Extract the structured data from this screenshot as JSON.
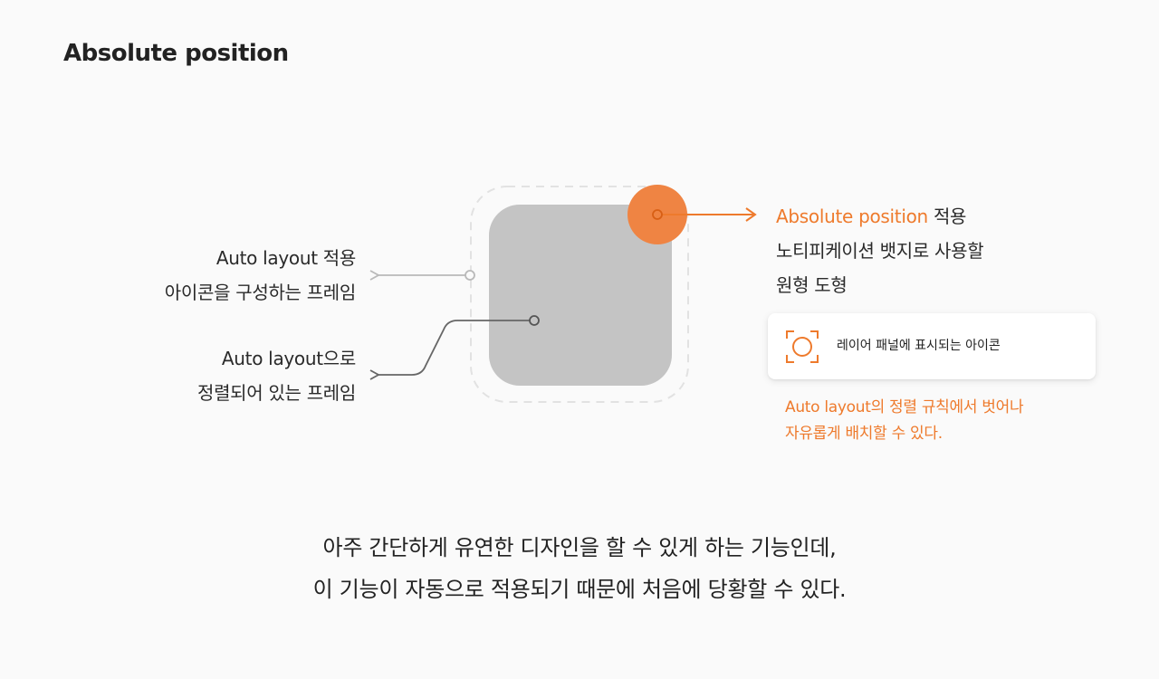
{
  "title": "Absolute position",
  "left_labels": {
    "frame_line1": "Auto layout 적용",
    "frame_line2": "아이콘을 구성하는 프레임",
    "aligned_line1": "Auto layout으로",
    "aligned_line2": "정렬되어 있는 프레임"
  },
  "right_label": {
    "highlight": "Absolute position",
    "line1_rest": " 적용",
    "line2": "노티피케이션 뱃지로 사용할",
    "line3": "원형 도형"
  },
  "layer_panel": {
    "label": "레이어 패널에 표시되는 아이콘",
    "icon": "absolute-position-icon"
  },
  "note": {
    "line1": "Auto layout의 정렬 규칙에서 벗어나",
    "line2": "자유롭게 배치할 수 있다."
  },
  "bottom_text": {
    "line1": "아주 간단하게 유연한 디자인을 할 수 있게 하는 기능인데,",
    "line2": "이 기능이 자동으로 적용되기 때문에 처음에 당황할 수 있다."
  },
  "colors": {
    "accent": "#ee7a2c",
    "badge": "#ef8443",
    "inner_square": "#c4c4c4",
    "frame_dash": "#e2e2e2"
  }
}
